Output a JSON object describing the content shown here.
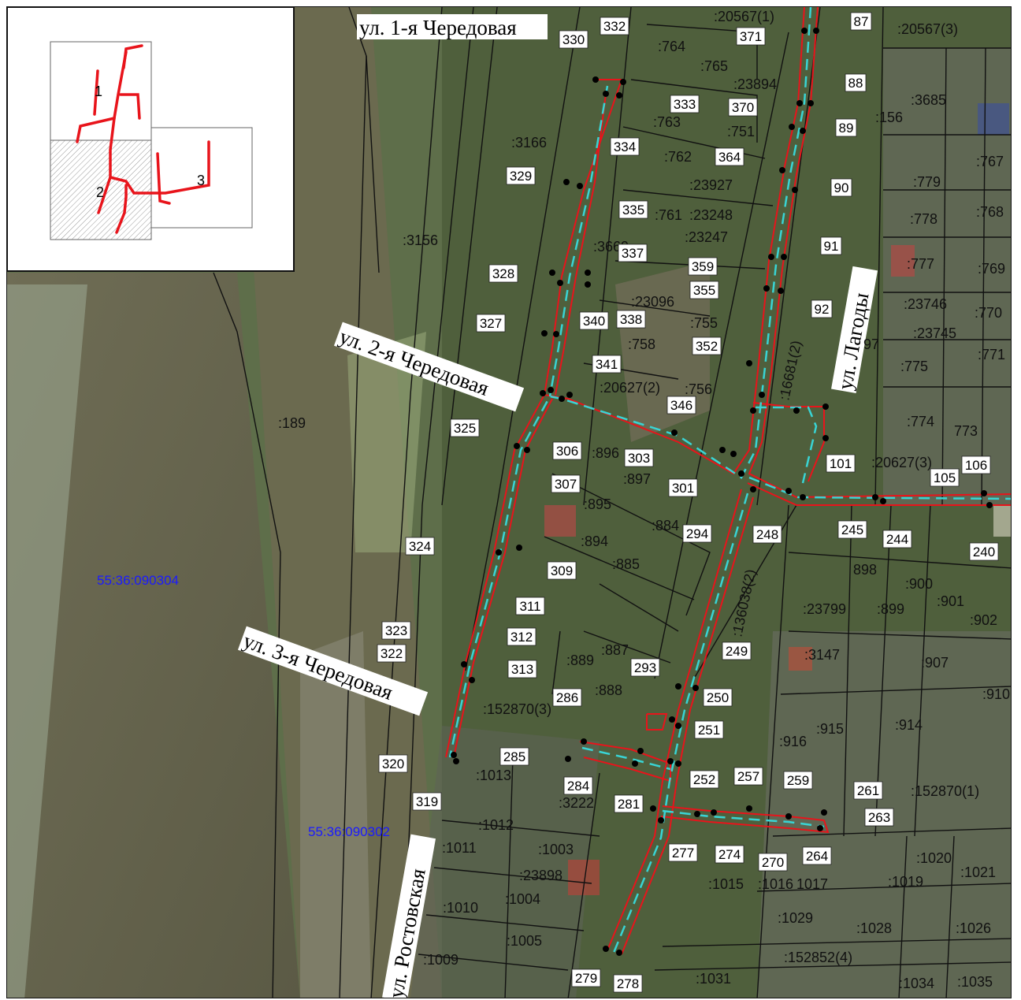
{
  "map": {
    "streets": [
      {
        "id": "ch1",
        "label": "ул. 1-я Чередовая"
      },
      {
        "id": "ch2",
        "label": "ул. 2-я Чередовая"
      },
      {
        "id": "ch3",
        "label": "ул. 3-я Чередовая"
      },
      {
        "id": "lag",
        "label": "ул. Лагоды"
      },
      {
        "id": "ros",
        "label": "ул. Ростовская"
      }
    ],
    "blocks": [
      "55:36:090304",
      "55:36:090302"
    ],
    "parcels": [
      ":20567(1)",
      ":20567(3)",
      ":764",
      ":765",
      ":23894",
      ":3685",
      ":156",
      ":763",
      ":751",
      ":3166",
      ":762",
      ":767",
      ":23927",
      ":779",
      ":761",
      ":23248",
      ":778",
      ":768",
      ":3669",
      ":23247",
      ":3156",
      ":777",
      ":769",
      ":23096",
      ":23746",
      ":770",
      ":23745",
      ":755",
      ":758",
      "97",
      ":775",
      ":771",
      ":16681(2)",
      ":20627(2)",
      ":756",
      ":189",
      ":774",
      "773",
      ":896",
      ":897",
      ":20627(3)",
      ":895",
      ":884",
      ":894",
      ":885",
      "898",
      ":900",
      ":901",
      ":23799",
      ":899",
      ":902",
      ":136038(2)",
      ":3147",
      ":887",
      ":889",
      ":907",
      ":888",
      ":910",
      ":152870(3)",
      ":915",
      ":914",
      ":916",
      ":1013",
      ":3222",
      ":152870(1)",
      ":1012",
      ":1011",
      ":1003",
      ":1020",
      ":1021",
      ":23898",
      ":1015",
      ":1016",
      "1017",
      ":1019",
      ":1004",
      ":1010",
      ":1029",
      ":1028",
      ":1026",
      ":1005",
      ":152852(4)",
      ":1009",
      ":1031",
      ":1034",
      ":1035"
    ],
    "points": [
      "87",
      "88",
      "89",
      "90",
      "91",
      "92",
      "101",
      "105",
      "106",
      "240",
      "244",
      "245",
      "248",
      "249",
      "250",
      "251",
      "252",
      "257",
      "259",
      "261",
      "263",
      "264",
      "270",
      "274",
      "277",
      "278",
      "279",
      "281",
      "284",
      "285",
      "286",
      "293",
      "294",
      "301",
      "303",
      "306",
      "307",
      "309",
      "311",
      "312",
      "313",
      "319",
      "320",
      "322",
      "323",
      "324",
      "325",
      "327",
      "328",
      "329",
      "330",
      "332",
      "333",
      "334",
      "335",
      "337",
      "338",
      "340",
      "341",
      "346",
      "352",
      "355",
      "359",
      "364",
      "370",
      "371"
    ]
  },
  "inset": {
    "sheets": [
      "1",
      "2",
      "3"
    ]
  },
  "colors": {
    "route": "#e8141b",
    "axis": "#39d4d4",
    "boundary": "#111111",
    "block_label": "#1a1aff"
  }
}
